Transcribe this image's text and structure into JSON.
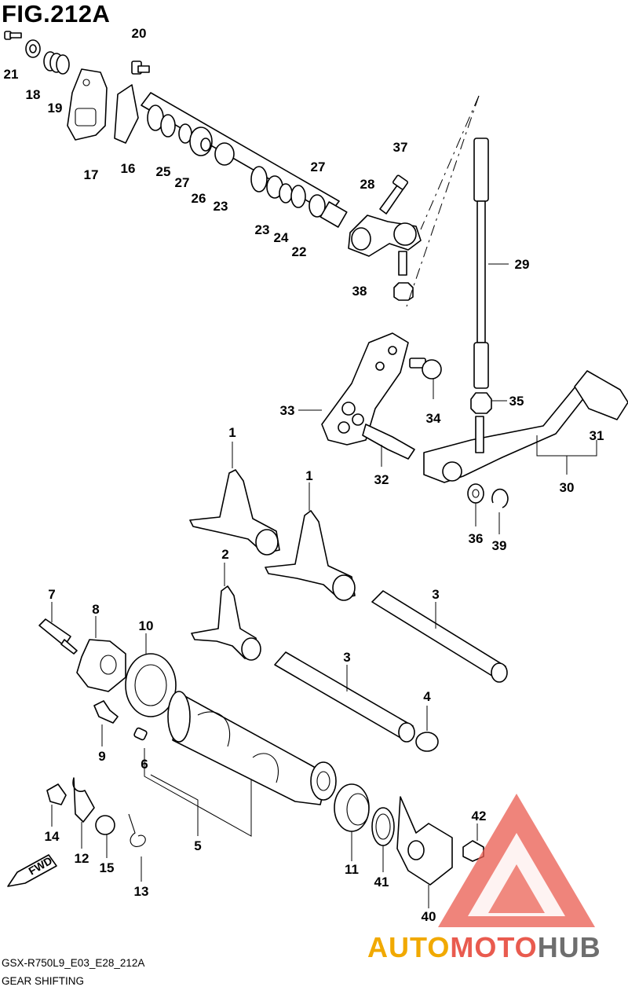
{
  "figure": {
    "title": "FIG.212A",
    "code": "GSX-R750L9_E03_E28_212A",
    "caption": "GEAR SHIFTING"
  },
  "direction_marker": {
    "label": "FWD",
    "icon": "forward-arrow-icon"
  },
  "callouts": [
    "1",
    "1",
    "2",
    "3",
    "3",
    "4",
    "5",
    "6",
    "7",
    "8",
    "9",
    "10",
    "11",
    "12",
    "13",
    "14",
    "15",
    "16",
    "17",
    "18",
    "19",
    "20",
    "21",
    "22",
    "23",
    "23",
    "24",
    "25",
    "26",
    "27",
    "27",
    "28",
    "29",
    "30",
    "31",
    "32",
    "33",
    "34",
    "35",
    "36",
    "37",
    "38",
    "39",
    "40",
    "41",
    "42"
  ],
  "watermark": {
    "parts": [
      "AUTO",
      "MOTO",
      "HUB"
    ],
    "colors": {
      "auto": "#f1a900",
      "moto": "#e95b4f",
      "hub": "#6e6e6e",
      "logo": "#e95b4f"
    }
  }
}
